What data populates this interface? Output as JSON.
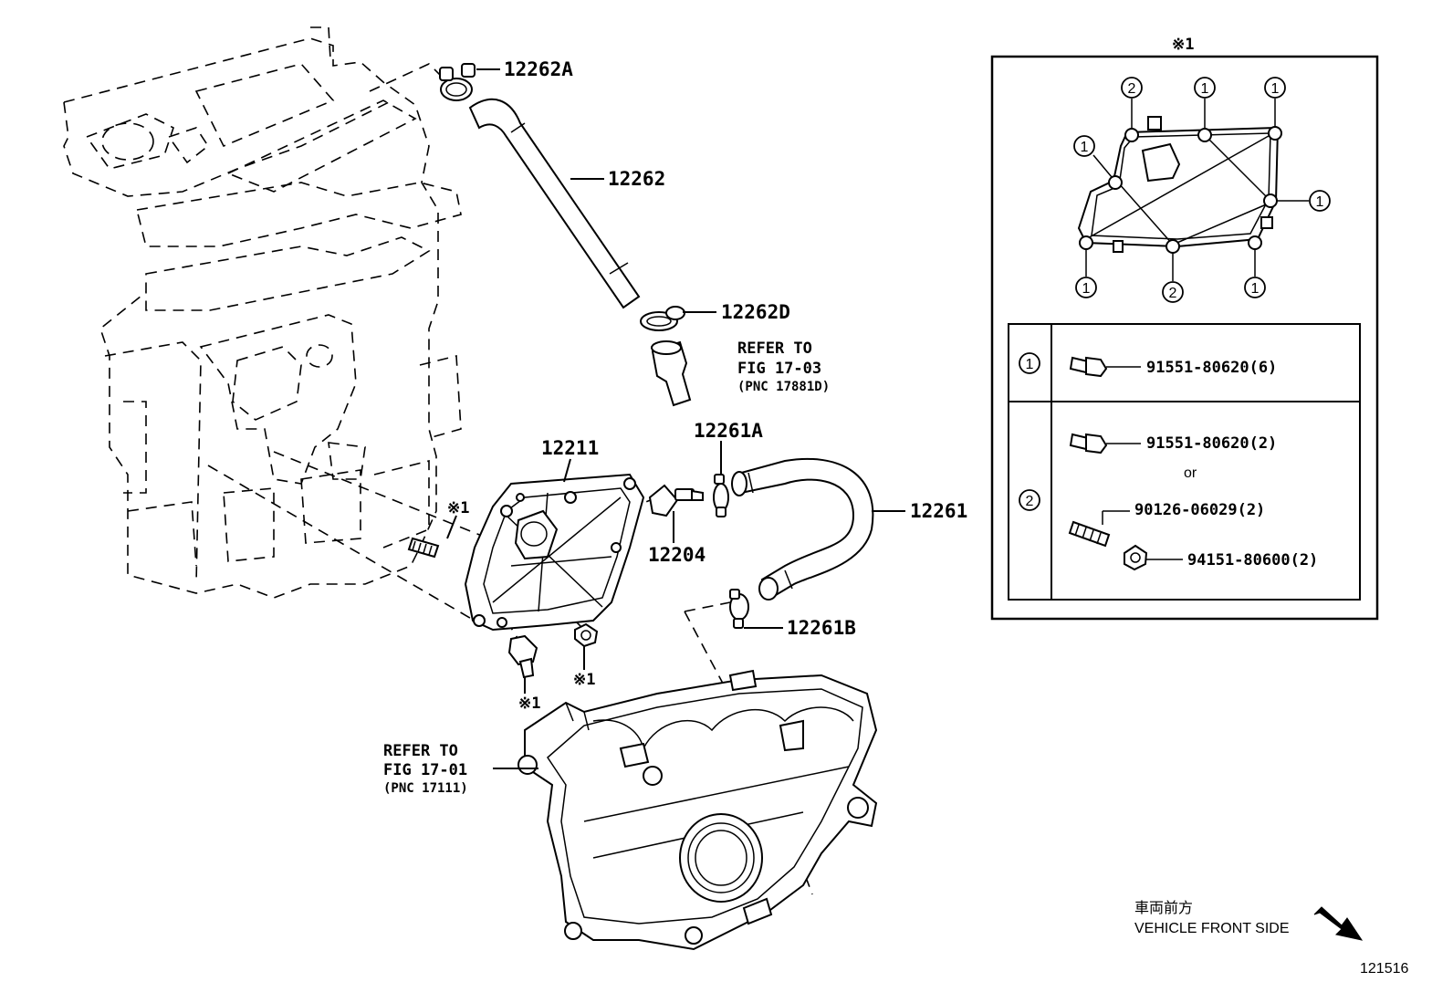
{
  "callouts": {
    "p12262A": "12262A",
    "p12262": "12262",
    "p12262D": "12262D",
    "p12211": "12211",
    "p12261A": "12261A",
    "p12261": "12261",
    "p12204": "12204",
    "p12261B": "12261B",
    "star1_a": "※1",
    "star1_b": "※1",
    "star1_c": "※1"
  },
  "refers": {
    "r1": {
      "line1": "REFER TO",
      "line2": "FIG 17-03",
      "line3": "(PNC 17881D)"
    },
    "r2": {
      "line1": "REFER TO",
      "line2": "FIG 17-01",
      "line3": "(PNC 17111)"
    }
  },
  "inset": {
    "title": "※1",
    "pos_labels": {
      "one": "1",
      "two": "2"
    },
    "rows": {
      "row1_part": "91551-80620(6)",
      "row2_part_a": "91551-80620(2)",
      "row2_or": "or",
      "row2_part_b": "90126-06029(2)",
      "row2_part_c": "94151-80600(2)"
    }
  },
  "orientation": {
    "jp": "車両前方",
    "en": "VEHICLE FRONT SIDE"
  },
  "figure_id": "121516"
}
